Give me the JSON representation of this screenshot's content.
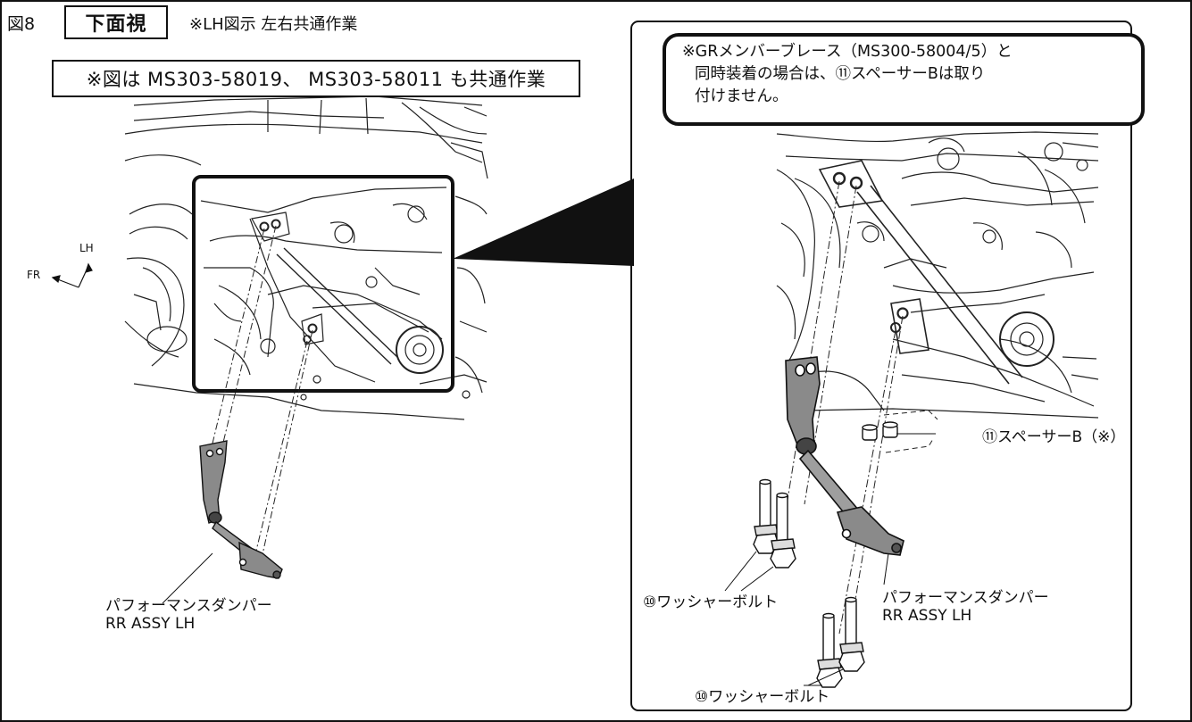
{
  "figure": {
    "number": "図8",
    "view": "下面視",
    "note": "※LH図示  左右共通作業",
    "common_note": "※図は MS303-58019、 MS303-58011 も共通作業"
  },
  "direction": {
    "up": "LH",
    "left": "FR"
  },
  "overview_callout": {
    "line1": "パフォーマンスダンパー",
    "line2": "RR ASSY  LH"
  },
  "detail_note": {
    "line1": "※GRメンバーブレース（MS300-58004/5）と",
    "line2": "同時装着の場合は、⑪スペーサーBは取り",
    "line3": "付けません。"
  },
  "detail_callouts": {
    "spacer": "⑪スペーサーB（※）",
    "bolt_upper": "⑩ワッシャーボルト",
    "bolt_lower": "⑩ワッシャーボルト",
    "damper_line1": "パフォーマンスダンパー",
    "damper_line2": "RR ASSY  LH"
  }
}
